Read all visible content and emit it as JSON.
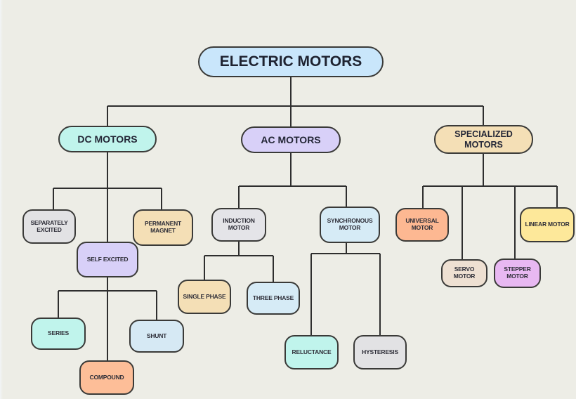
{
  "diagram": {
    "root": {
      "label": "ELECTRIC MOTORS",
      "color": "#c9e6fb"
    },
    "categories": [
      {
        "label": "DC MOTORS",
        "color": "#c0f4ec"
      },
      {
        "label": "AC MOTORS",
        "color": "#d8d0f8"
      },
      {
        "label": "SPECIALIZED MOTORS",
        "color": "#f4dfb6"
      }
    ],
    "dc": {
      "separately_excited": {
        "label": "SEPARATELY EXCITED",
        "color": "#e2e2e4"
      },
      "permanent_magnet": {
        "label": "PERMANENT MAGNET",
        "color": "#f4dfb6"
      },
      "self_excited": {
        "label": "SELF EXCITED",
        "color": "#d8d0f8"
      },
      "series": {
        "label": "SERIES",
        "color": "#c0f4ec"
      },
      "shunt": {
        "label": "SHUNT",
        "color": "#d6e9f4"
      },
      "compound": {
        "label": "COMPOUND",
        "color": "#fdbe98"
      }
    },
    "ac": {
      "induction": {
        "label": "INDUCTION MOTOR",
        "color": "#e4e4e8"
      },
      "synchronous": {
        "label": "SYNCHRONOUS MOTOR",
        "color": "#d6ebf6"
      },
      "single_phase": {
        "label": "SINGLE PHASE",
        "color": "#f4dfb6"
      },
      "three_phase": {
        "label": "THREE PHASE",
        "color": "#d6ebf6"
      },
      "reluctance": {
        "label": "RELUCTANCE",
        "color": "#c0f4ec"
      },
      "hysteresis": {
        "label": "HYSTERESIS",
        "color": "#e2e2e4"
      }
    },
    "specialized": {
      "universal": {
        "label": "UNIVERSAL MOTOR",
        "color": "#fdb892"
      },
      "servo": {
        "label": "SERVO MOTOR",
        "color": "#eee0d2"
      },
      "stepper": {
        "label": "STEPPER MOTOR",
        "color": "#e8b8f2"
      },
      "linear": {
        "label": "LINEAR MOTOR",
        "color": "#fde89a"
      }
    }
  }
}
